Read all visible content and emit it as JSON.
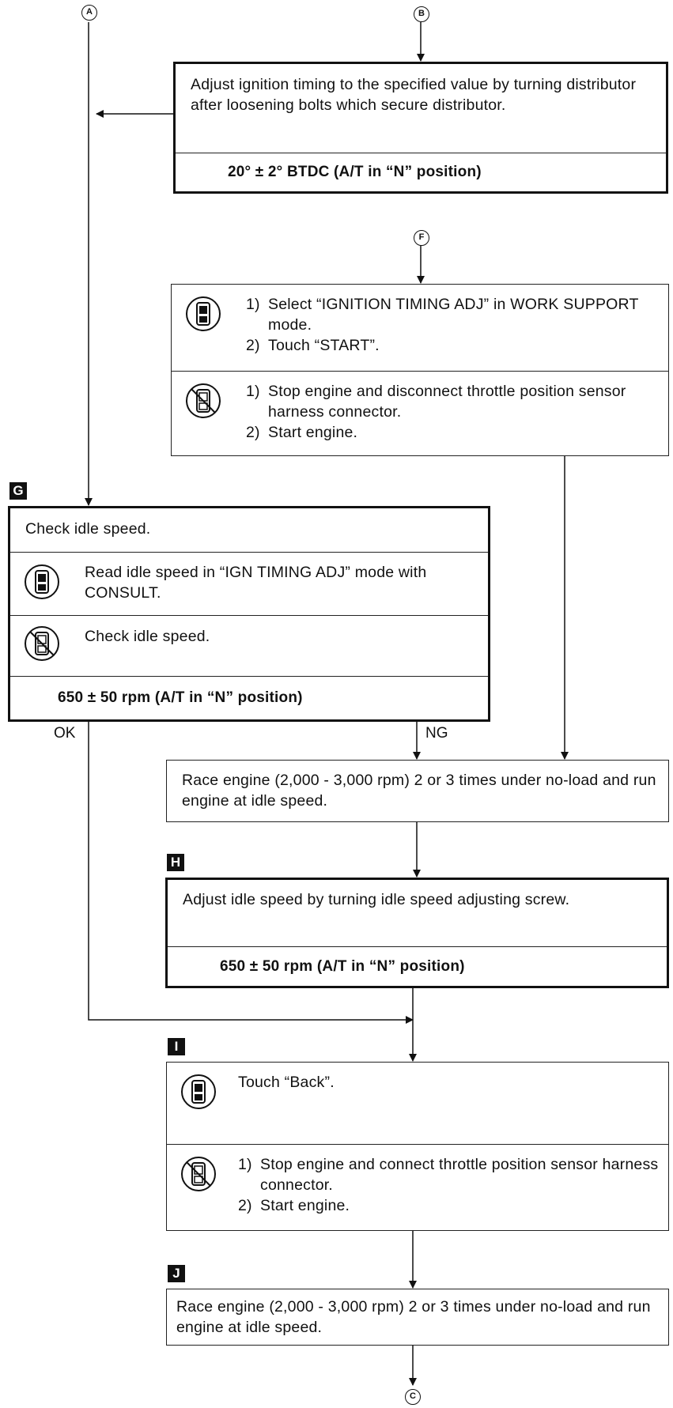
{
  "connectors": {
    "a": "A",
    "b": "B",
    "f": "F",
    "c": "C"
  },
  "box_b": {
    "text": "Adjust ignition timing to the specified value by turning distributor after loosening bolts which secure distributor.",
    "spec": "20° ± 2° BTDC (A/T in “N” position)"
  },
  "box_f": {
    "consult_steps": [
      {
        "num": "1)",
        "text": "Select “IGNITION TIMING ADJ” in WORK SUPPORT mode."
      },
      {
        "num": "2)",
        "text": "Touch “START”."
      }
    ],
    "no_consult_steps": [
      {
        "num": "1)",
        "text": "Stop engine and disconnect throttle position sensor harness connector."
      },
      {
        "num": "2)",
        "text": "Start engine."
      }
    ]
  },
  "step_g": {
    "label": "G",
    "title": "Check idle speed.",
    "consult_text": "Read idle speed in “IGN TIMING ADJ” mode with CONSULT.",
    "no_consult_text": "Check idle speed.",
    "spec": "650 ± 50 rpm (A/T in “N” position)",
    "ok_label": "OK",
    "ng_label": "NG"
  },
  "race_box_1": {
    "text": "Race engine (2,000 - 3,000 rpm) 2 or 3 times under no-load and run engine at idle speed."
  },
  "step_h": {
    "label": "H",
    "text": "Adjust idle speed by turning idle speed adjusting screw.",
    "spec": "650 ± 50 rpm (A/T in “N” position)"
  },
  "step_i": {
    "label": "I",
    "consult_text": "Touch “Back”.",
    "no_consult_steps": [
      {
        "num": "1)",
        "text": "Stop engine and connect throttle position sensor harness connector."
      },
      {
        "num": "2)",
        "text": "Start engine."
      }
    ]
  },
  "step_j": {
    "label": "J",
    "text": "Race engine (2,000 - 3,000 rpm) 2 or 3 times under no-load and run engine at idle speed."
  },
  "icons": {
    "consult": "consult-tester-icon",
    "no_consult": "no-consult-tester-icon"
  }
}
